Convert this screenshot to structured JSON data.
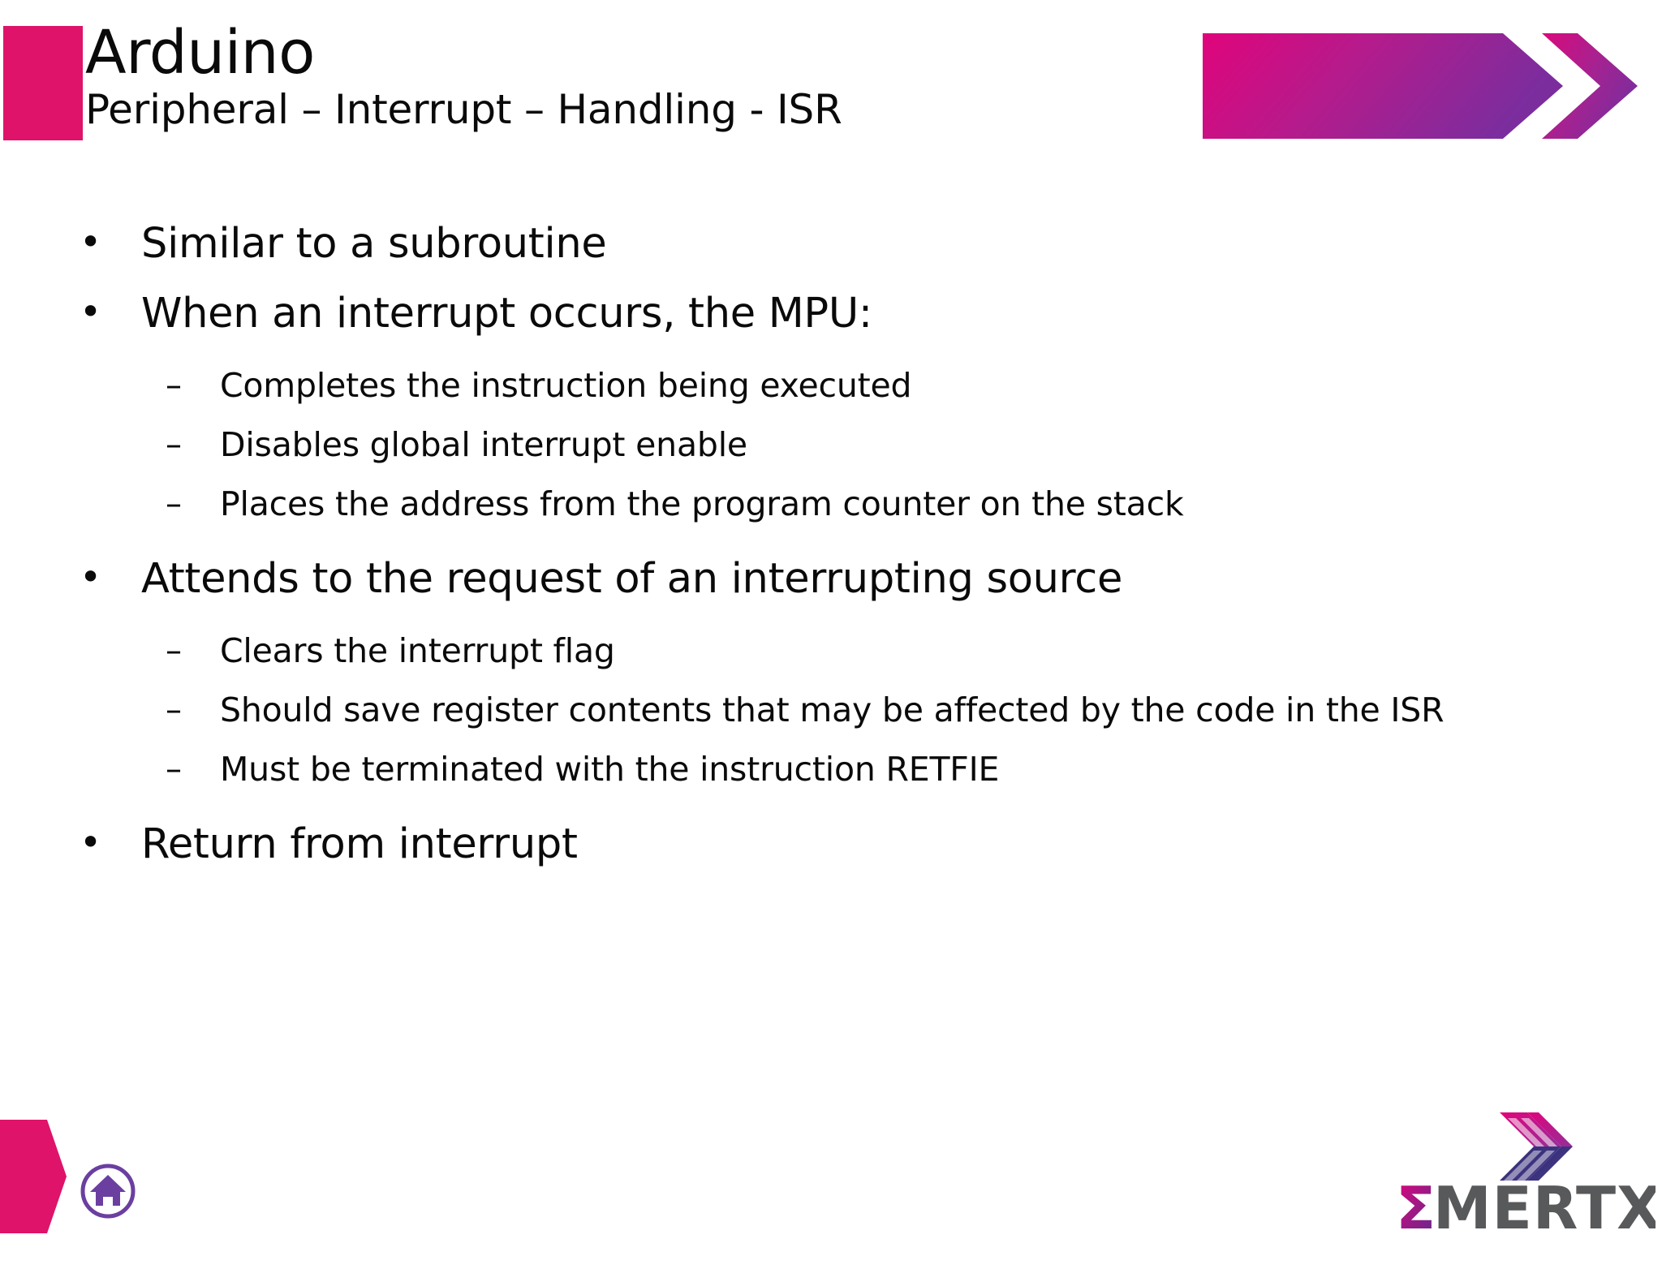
{
  "slide": {
    "title": "Arduino",
    "subtitle": "Peripheral – Interrupt – Handling - ISR",
    "bullet_mark": "•",
    "dash_mark": "–"
  },
  "colors": {
    "accent_pink": "#DE1369",
    "banner_gradient_start": "#E0047B",
    "banner_gradient_end": "#7B2D9E",
    "home_icon_purple": "#6B3FA0",
    "logo_text_gray": "#58595B",
    "text_black": "#0a0a0a"
  },
  "content": {
    "items": [
      {
        "level": 1,
        "text": "Similar to a subroutine"
      },
      {
        "level": 1,
        "text": "When an interrupt occurs, the MPU:"
      },
      {
        "level": 2,
        "text": "Completes the instruction being executed"
      },
      {
        "level": 2,
        "text": "Disables global interrupt enable"
      },
      {
        "level": 2,
        "text": "Places the address from the program counter on the stack"
      },
      {
        "level": 1,
        "text": "Attends to the request of an interrupting source"
      },
      {
        "level": 2,
        "text": "Clears the interrupt flag"
      },
      {
        "level": 2,
        "text": "Should save register contents that may be affected by the code in the ISR",
        "justify": true
      },
      {
        "level": 2,
        "text": "Must be terminated with the instruction RETFIE"
      },
      {
        "level": 1,
        "text": "Return from interrupt"
      }
    ]
  },
  "footer": {
    "home_icon_name": "home-icon",
    "logo_sigma": "Σ",
    "logo_word": "MERTXE"
  }
}
